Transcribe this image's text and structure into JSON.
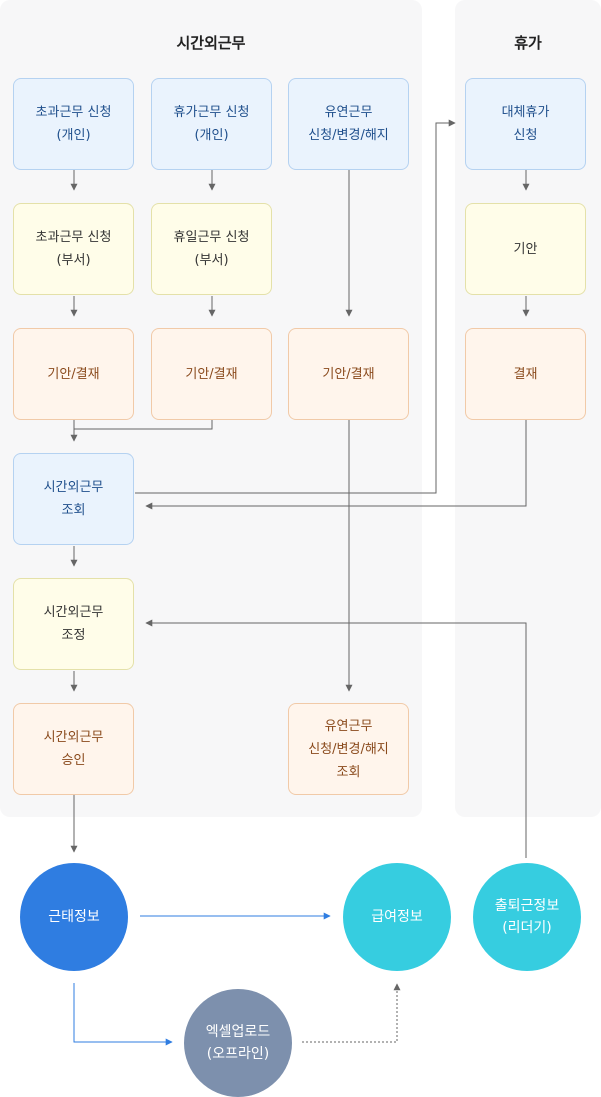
{
  "panels": {
    "overtime_title": "시간외근무",
    "leave_title": "휴가"
  },
  "boxes": {
    "overtime_request_personal": "초과근무 신청\n(개인)",
    "holiday_request_personal": "휴가근무 신청\n(개인)",
    "flex_request": "유연근무\n신청/변경/해지",
    "overtime_request_dept": "초과근무 신청\n(부서)",
    "holiday_request_dept": "휴일근무 신청\n(부서)",
    "draft_approval_1": "기안/결재",
    "draft_approval_2": "기안/결재",
    "draft_approval_3": "기안/결재",
    "overtime_inquiry": "시간외근무\n조회",
    "overtime_adjust": "시간외근무\n조정",
    "overtime_approve": "시간외근무\n승인",
    "flex_inquiry": "유연근무\n신청/변경/해지\n조회",
    "substitute_leave_request": "대체휴가\n신청",
    "leave_draft": "기안",
    "leave_approval": "결재"
  },
  "circles": {
    "attendance_info": "근태정보",
    "payroll_info": "급여정보",
    "commute_info": "출퇴근정보\n(리더기)",
    "excel_upload": "엑셀업로드\n(오프라인)"
  },
  "colors": {
    "attendance": "#2f7de1",
    "payroll": "#36cde0",
    "commute": "#36cde0",
    "excel": "#7d90ad",
    "connector": "#666666",
    "flow_arrow": "#2f7de1"
  }
}
